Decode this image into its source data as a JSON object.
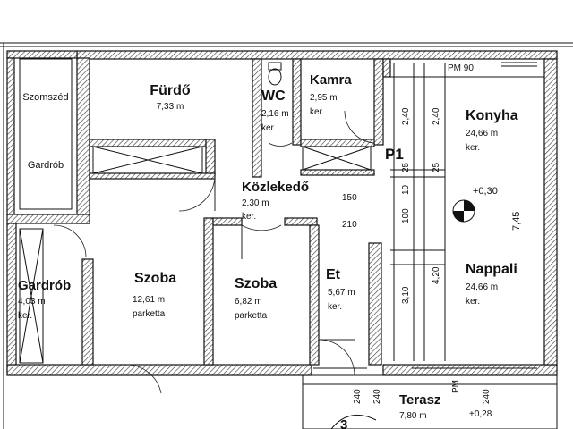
{
  "rooms": {
    "szomszed": {
      "label": "Szomszéd",
      "sub": "Gardrób"
    },
    "furdo": {
      "name": "Fürdő",
      "area": "7,33 m"
    },
    "wc": {
      "name": "WC",
      "area": "2,16 m",
      "floor": "ker."
    },
    "kamra": {
      "name": "Kamra",
      "area": "2,95 m",
      "floor": "ker."
    },
    "konyha": {
      "name": "Konyha",
      "area": "24,66 m",
      "floor": "ker."
    },
    "kozlekedo": {
      "name": "Közlekedő",
      "area": "2,30 m",
      "floor": "ker."
    },
    "gardrob": {
      "name": "Gardrób",
      "area": "4,03 m",
      "floor": "ker."
    },
    "szoba1": {
      "name": "Szoba",
      "area": "12,61 m",
      "floor": "parketta"
    },
    "szoba2": {
      "name": "Szoba",
      "area": "6,82 m",
      "floor": "parketta"
    },
    "et": {
      "name": "Et",
      "area": "5,67 m",
      "floor": "ker."
    },
    "nappali": {
      "name": "Nappali",
      "area": "24,66 m",
      "floor": "ker."
    },
    "terasz": {
      "name": "Terasz",
      "area": "7,80 m",
      "level": "+0,28"
    }
  },
  "labels": {
    "pm": "PM 90",
    "p1": "P1",
    "level": "+0,30",
    "stair": "3"
  },
  "dimensions": {
    "d240a": "2,40",
    "d240b": "2,40",
    "d25a": "25",
    "d25b": "25",
    "d150": "150",
    "d210": "210",
    "d10": "10",
    "d100": "100",
    "d745": "7,45",
    "d420": "4,20",
    "d310": "3,10",
    "d240c": "240",
    "d240d": "240",
    "d240e": "240",
    "pm2": "PM"
  }
}
